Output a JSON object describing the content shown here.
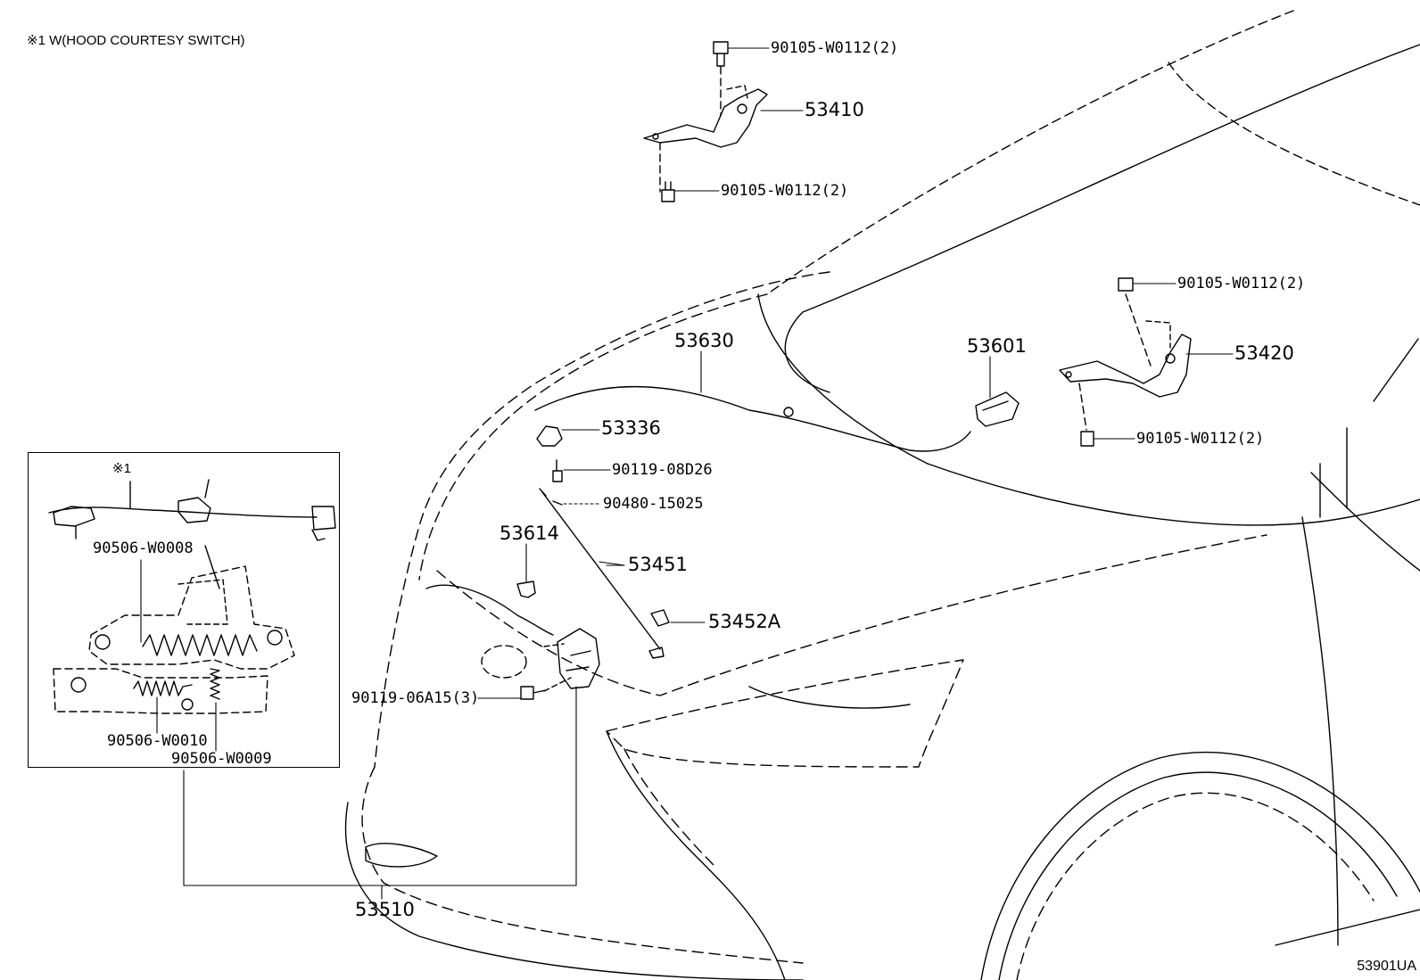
{
  "note": "※1 W(HOOD COURTESY SWITCH)",
  "inset_mark": "※1",
  "diagram_code": "53901UA",
  "parts": {
    "p90105_a": "90105-W0112(2)",
    "p53410": "53410",
    "p90105_b": "90105-W0112(2)",
    "p90105_c": "90105-W0112(2)",
    "p53420": "53420",
    "p90105_d": "90105-W0112(2)",
    "p53601": "53601",
    "p53630": "53630",
    "p53336": "53336",
    "p90119_08d26": "90119-08D26",
    "p90480": "90480-15025",
    "p53614": "53614",
    "p53451": "53451",
    "p53452a": "53452A",
    "p90119_06a15": "90119-06A15(3)",
    "p53510": "53510",
    "p90506_w0008": "90506-W0008",
    "p90506_w0010": "90506-W0010",
    "p90506_w0009": "90506-W0009"
  }
}
